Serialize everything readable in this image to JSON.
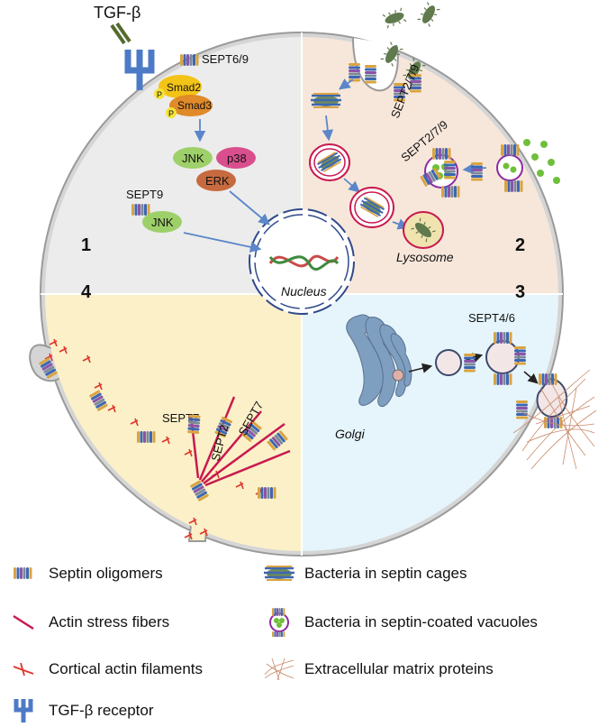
{
  "diagram": {
    "ligand_label": "TGF-β",
    "quadrant_numbers": [
      "1",
      "2",
      "3",
      "4"
    ],
    "colors": {
      "q1": "#ececec",
      "q2": "#f7e7da",
      "q3": "#e6f5fb",
      "q4": "#fbf0c8",
      "membrane": "#9a9a9a",
      "actin_stress": "#c8194f",
      "actin_cortical": "#e0332b",
      "arrow": "#5b86c9",
      "receptor": "#4d7ac6"
    },
    "q1": {
      "septin_label_top": "SEPT6/9",
      "smad2": "Smad2",
      "smad3": "Smad3",
      "phospho": "P",
      "jnk": "JNK",
      "p38": "p38",
      "erk": "ERK",
      "septin9": "SEPT9",
      "jnk2": "JNK"
    },
    "q2": {
      "septin_label_a": "SEPT2/7/9",
      "septin_label_b": "SEPT2/7/9",
      "lysosome": "Lysosome"
    },
    "q3": {
      "golgi": "Golgi",
      "septin_label": "SEPT4/6"
    },
    "q4": {
      "sept7_a": "SEPT7",
      "sept2": "SEPT2",
      "sept7_b": "SEPT7"
    },
    "nucleus": "Nucleus"
  },
  "legend": {
    "items": [
      {
        "icon": "septin-oligomer-icon",
        "label": "Septin oligomers"
      },
      {
        "icon": "actin-stress-fiber-icon",
        "label": "Actin stress fibers"
      },
      {
        "icon": "cortical-actin-icon",
        "label": "Cortical actin filaments"
      },
      {
        "icon": "tgf-receptor-icon",
        "label": "TGF-β receptor"
      },
      {
        "icon": "septin-cage-icon",
        "label": "Bacteria in septin cages"
      },
      {
        "icon": "septin-vacuole-icon",
        "label": "Bacteria in septin-coated vacuoles"
      },
      {
        "icon": "ecm-icon",
        "label": "Extracellular matrix proteins"
      }
    ]
  }
}
